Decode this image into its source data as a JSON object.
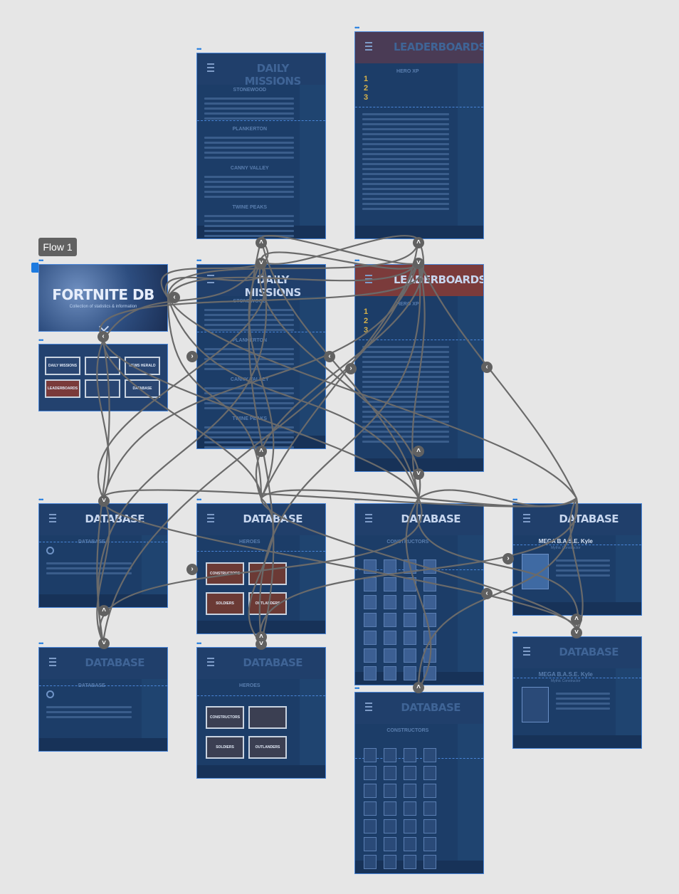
{
  "flow": {
    "label": "Flow 1"
  },
  "home": {
    "title": "FORTNITE DB",
    "subtitle": "Collection of statistics & information"
  },
  "nav_tiles": [
    "DAILY MISSIONS",
    "",
    "NEWS HERALD",
    "LEADERBOARDS",
    "",
    "DATABASE"
  ],
  "boards": {
    "daily_missions": "DAILY MISSIONS",
    "leaderboards": "LEADERBOARDS",
    "database": "DATABASE"
  },
  "daily_sections": [
    "STONEWOOD",
    "PLANKERTON",
    "CANNY VALLEY",
    "TWINE PEAKS"
  ],
  "leaderboard_section": "HERO XP",
  "leaderboard_ranks": [
    "1",
    "2",
    "3"
  ],
  "db_sections": {
    "database": "DATABASE",
    "heroes": "HEROES",
    "constructors": "CONSTRUCTORS",
    "hero_name": "MEGA B.A.S.E. Kyle",
    "hero_class": "Mythic Constructor"
  },
  "hero_cards": [
    "CONSTRUCTORS",
    "",
    "SOLDIERS",
    "OUTLANDERS"
  ],
  "colors": {
    "canvas": "#e6e6e6",
    "board": "#1c3d68",
    "board_border": "#4a86d8",
    "link": "#6a6a6a",
    "handle": "#616161",
    "accent": "#1e7be0",
    "leaderboard_header": "#8a3b3b",
    "rank_gold": "#d8b24a"
  }
}
